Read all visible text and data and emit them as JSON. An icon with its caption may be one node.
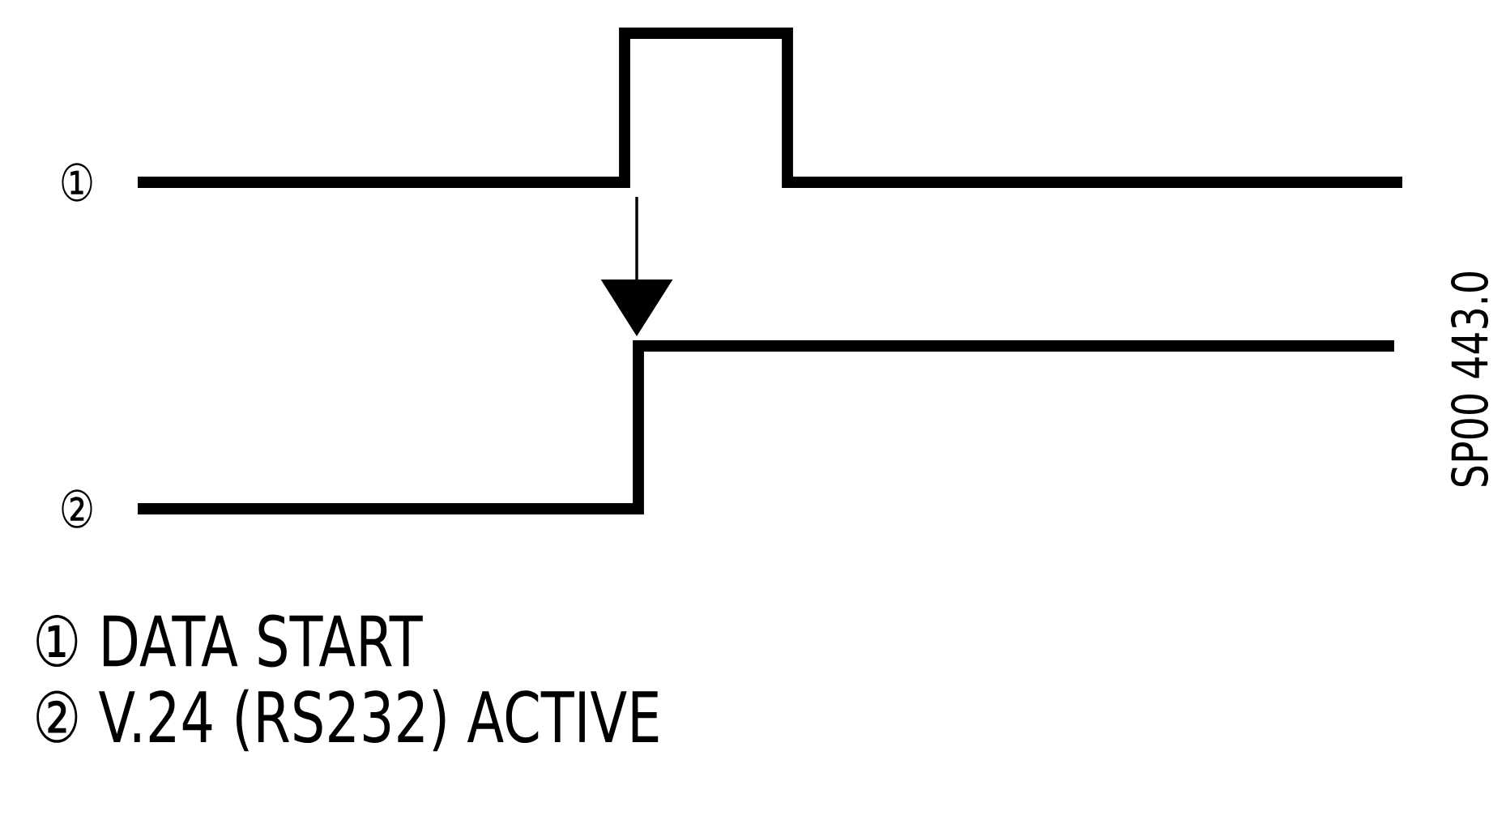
{
  "diagram": {
    "labels": [
      "①",
      "②",
      "SP00 443.0",
      "① DATA START",
      "② V.24 (RS232) ACTIVE"
    ]
  }
}
